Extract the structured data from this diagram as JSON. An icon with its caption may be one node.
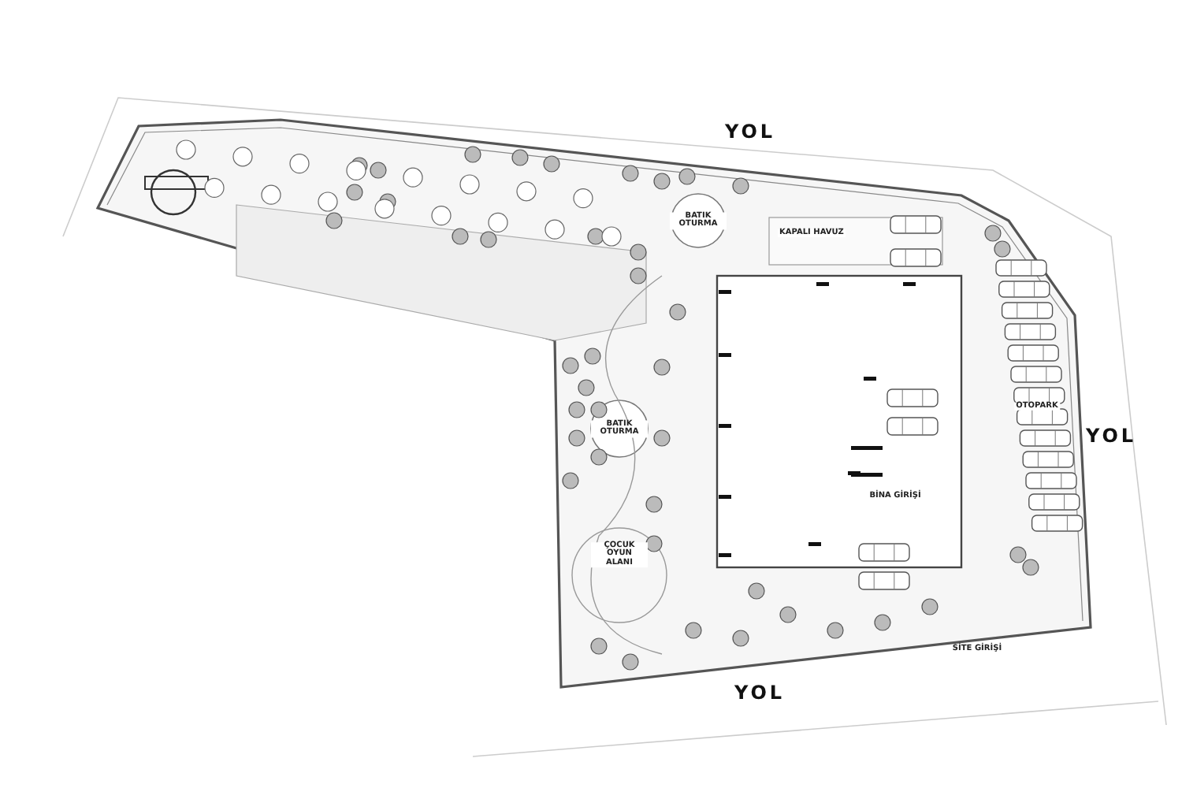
{
  "diagram": {
    "labels": [
      "YOL",
      "BATIK OTURMA",
      "KAPALI HAVUZ",
      "OTOPARK",
      "BATIK OTURMA",
      "YOL",
      "BİNA GİRİŞİ",
      "ÇOCUK OYUN ALANI",
      "SİTE GİRİŞİ",
      "YOL"
    ]
  }
}
